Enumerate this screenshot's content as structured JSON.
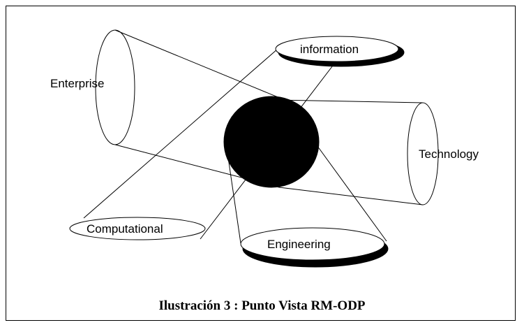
{
  "diagram": {
    "viewpoints": {
      "enterprise": "Enterprise",
      "information": "information",
      "technology": "Technology",
      "computational": "Computational",
      "engineering": "Engineering"
    },
    "caption": "Ilustración 3 : Punto Vista RM-ODP"
  }
}
